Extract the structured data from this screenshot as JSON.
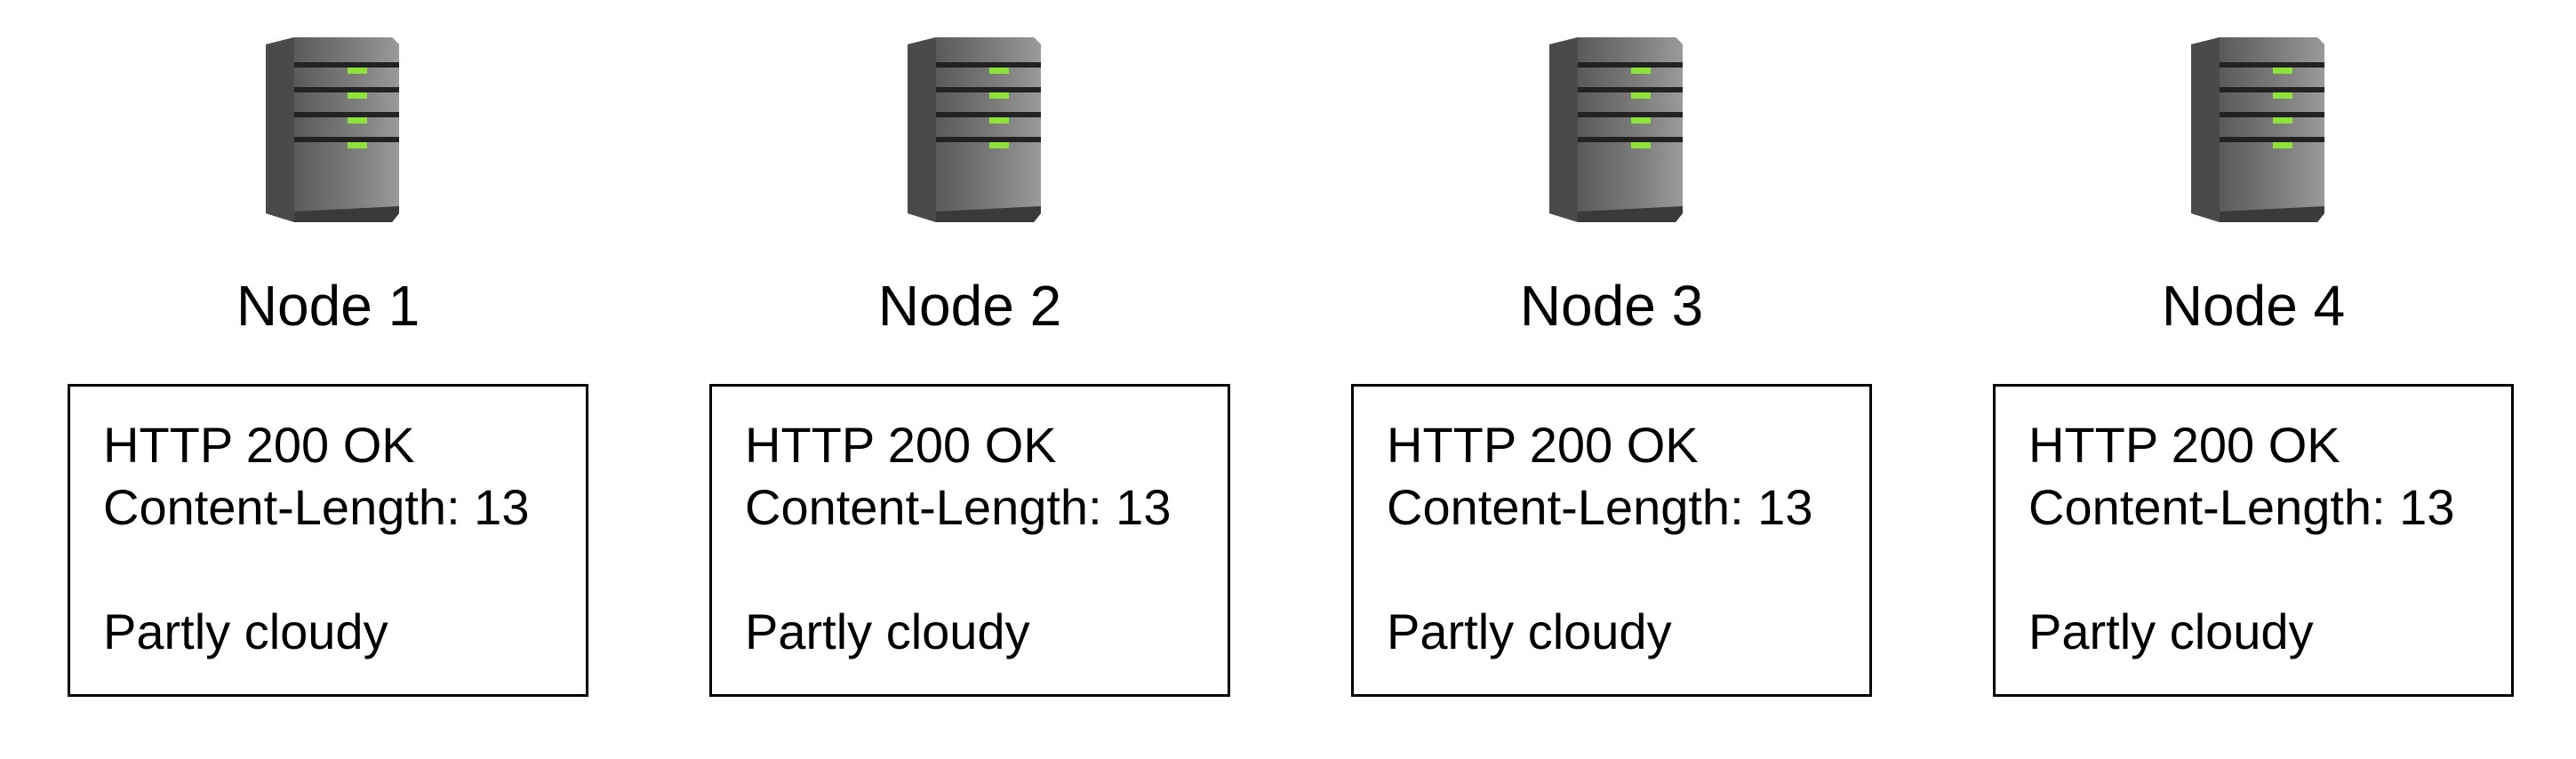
{
  "nodes": [
    {
      "name": "Node 1",
      "response": {
        "status_line": "HTTP 200 OK",
        "header_line": "Content-Length: 13",
        "body": "Partly cloudy"
      }
    },
    {
      "name": "Node 2",
      "response": {
        "status_line": "HTTP 200 OK",
        "header_line": "Content-Length: 13",
        "body": "Partly cloudy"
      }
    },
    {
      "name": "Node 3",
      "response": {
        "status_line": "HTTP 200 OK",
        "header_line": "Content-Length: 13",
        "body": "Partly cloudy"
      }
    },
    {
      "name": "Node 4",
      "response": {
        "status_line": "HTTP 200 OK",
        "header_line": "Content-Length: 13",
        "body": "Partly cloudy"
      }
    }
  ],
  "icons": {
    "server": "server-icon"
  },
  "colors": {
    "server_body": "#6e6e6e",
    "server_led": "#8ee23a",
    "box_border": "#000000"
  }
}
